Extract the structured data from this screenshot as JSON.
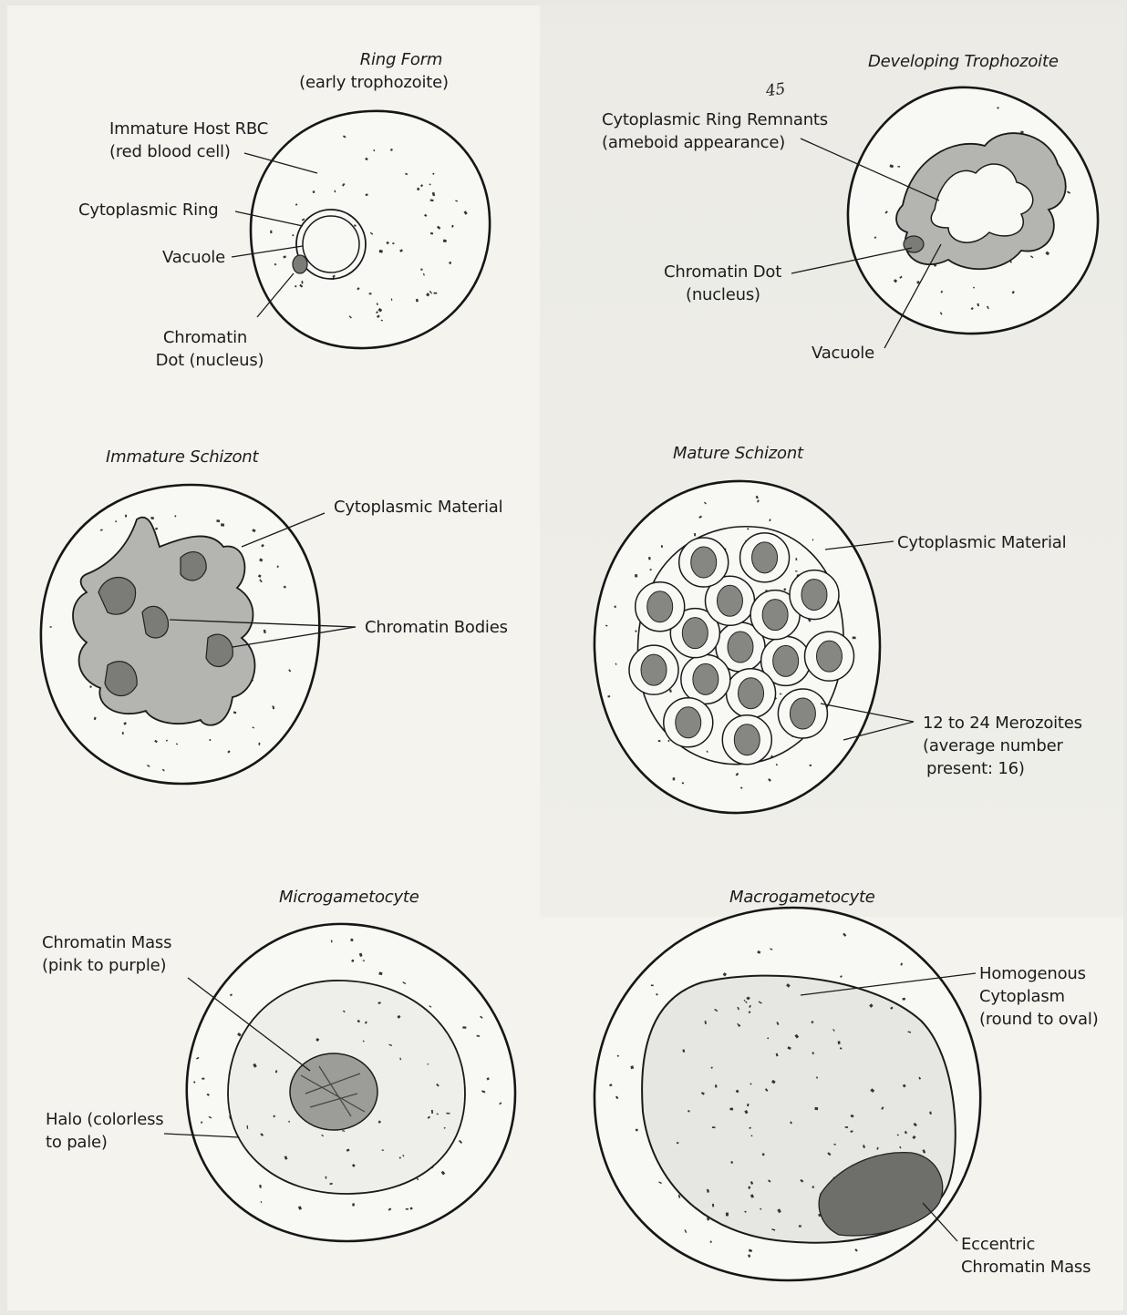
{
  "panels": {
    "ring_form": {
      "title": "Ring Form",
      "subtitle": "(early trophozoite)",
      "labels": {
        "host_rbc_1": "Immature Host RBC",
        "host_rbc_2": "(red blood cell)",
        "cytoplasmic_ring": "Cytoplasmic Ring",
        "vacuole": "Vacuole",
        "chromatin_1": "Chromatin",
        "chromatin_2": "Dot (nucleus)"
      }
    },
    "developing_trophozoite": {
      "title": "Developing Trophozoite",
      "labels": {
        "remnants_1": "Cytoplasmic Ring Remnants",
        "remnants_2": "(ameboid appearance)",
        "chromatin_1": "Chromatin Dot",
        "chromatin_2": "(nucleus)",
        "vacuole": "Vacuole"
      }
    },
    "immature_schizont": {
      "title": "Immature Schizont",
      "labels": {
        "cytoplasmic_material": "Cytoplasmic Material",
        "chromatin_bodies": "Chromatin Bodies"
      }
    },
    "mature_schizont": {
      "title": "Mature Schizont",
      "labels": {
        "cytoplasmic_material": "Cytoplasmic Material",
        "merozoites_1": "12 to 24 Merozoites",
        "merozoites_2": "(average number",
        "merozoites_3": "present: 16)"
      }
    },
    "microgametocyte": {
      "title": "Microgametocyte",
      "labels": {
        "chromatin_mass_1": "Chromatin Mass",
        "chromatin_mass_2": "(pink to purple)",
        "halo_1": "Halo (colorless",
        "halo_2": "to pale)"
      }
    },
    "macrogametocyte": {
      "title": "Macrogametocyte",
      "labels": {
        "cytoplasm_1": "Homogenous",
        "cytoplasm_2": "Cytoplasm",
        "cytoplasm_3": "(round to oval)",
        "eccentric_1": "Eccentric",
        "eccentric_2": "Chromatin Mass"
      }
    }
  },
  "handwritten_mark": "45"
}
